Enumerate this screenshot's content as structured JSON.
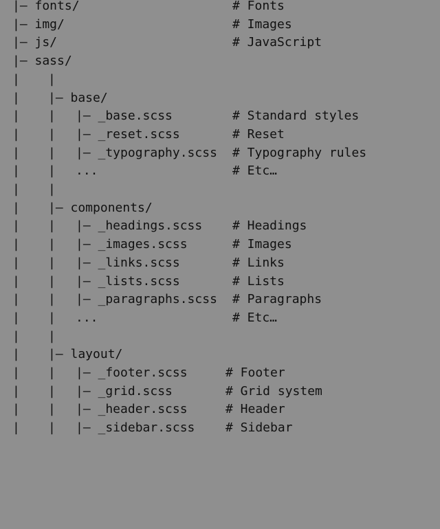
{
  "tree": {
    "lines": [
      {
        "segments": [
          "|– fonts/",
          "# Fonts"
        ]
      },
      {
        "segments": [
          "|– img/",
          "# Images"
        ]
      },
      {
        "segments": [
          "|– js/",
          "# JavaScript"
        ]
      },
      {
        "segments": [
          "|– sass/"
        ]
      },
      {
        "segments": [
          "|",
          "|"
        ]
      },
      {
        "segments": [
          "|",
          "|– base/"
        ]
      },
      {
        "segments": [
          "|",
          "|",
          "|– _base.scss",
          "# Standard styles"
        ]
      },
      {
        "segments": [
          "|",
          "|",
          "|– _reset.scss",
          "# Reset"
        ]
      },
      {
        "segments": [
          "|",
          "|",
          "|– _typography.scss",
          "# Typography rules"
        ]
      },
      {
        "segments": [
          "|",
          "|",
          "...",
          "# Etc…"
        ]
      },
      {
        "segments": [
          "|",
          "|"
        ]
      },
      {
        "segments": [
          "|",
          "|– components/"
        ]
      },
      {
        "segments": [
          "|",
          "|",
          "|– _headings.scss",
          "# Headings"
        ]
      },
      {
        "segments": [
          "|",
          "|",
          "|– _images.scss",
          "# Images"
        ]
      },
      {
        "segments": [
          "|",
          "|",
          "|– _links.scss",
          "# Links"
        ]
      },
      {
        "segments": [
          "|",
          "|",
          "|– _lists.scss",
          "# Lists"
        ]
      },
      {
        "segments": [
          "|",
          "|",
          "|– _paragraphs.scss",
          "# Paragraphs"
        ]
      },
      {
        "segments": [
          "|",
          "|",
          "...",
          "# Etc…"
        ]
      },
      {
        "segments": [
          "|",
          "|"
        ]
      },
      {
        "segments": [
          "|",
          "|– layout/"
        ]
      },
      {
        "segments": [
          "|",
          "|",
          "|– _footer.scss",
          "# Footer"
        ]
      },
      {
        "segments": [
          "|",
          "|",
          "|– _grid.scss",
          "# Grid system"
        ]
      },
      {
        "segments": [
          "|",
          "|",
          "|– _header.scss",
          "# Header"
        ]
      },
      {
        "segments": [
          "|",
          "|",
          "|– _sidebar.scss",
          "# Sidebar"
        ]
      }
    ]
  }
}
